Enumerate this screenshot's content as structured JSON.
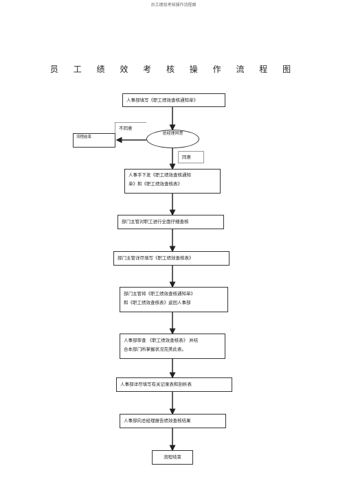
{
  "header": {
    "text": "员工绩效考核操作流程图"
  },
  "title": "员 工 绩 效 考 核 操 作 流 程 图",
  "nodes": {
    "fill_notice": "人事部填写《职工绩效查核通知单》",
    "end_left": "流程结束",
    "gm_agree": "总经理同意",
    "issue_forms_line1": "人事手下发《职工绩效查核通知",
    "issue_forms_line2": "单》和《职工绩效查核表》",
    "supervisor_check": "部门主管对职工进行全面仔细查核",
    "supervisor_fill": "部门主管详尽填写《职工绩效查核表》",
    "return_line1": "部门主管将《职工绩效查核通知单》",
    "return_line2": "和《职工绩效查核表》返回人事部",
    "hr_review_line1": "人事部审查 《职工绩效查核表》  并结",
    "hr_review_line2": "合本部门所掌握状况完美此表。",
    "hr_record": "人事部详尽填写有关记录表和剖析表",
    "hr_report": "人事部向总经理报告绩效查核结果",
    "end_bottom": "流程结束"
  },
  "labels": {
    "disagree": "不同意",
    "agree": "同意"
  }
}
